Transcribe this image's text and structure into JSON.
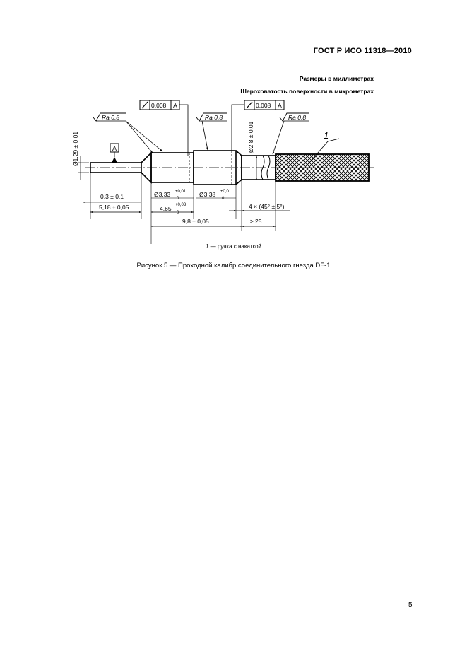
{
  "header": {
    "standard": "ГОСТ Р ИСО 11318—2010"
  },
  "notes": {
    "units": "Размеры в миллиметрах",
    "roughness_units": "Шероховатость поверхности в микрометрах"
  },
  "drawing": {
    "frame1": {
      "tolerance": "0,008",
      "datum": "A"
    },
    "frame2": {
      "tolerance": "0,008",
      "datum": "A"
    },
    "datum_label": "A",
    "roughness": [
      "Ra 0,8",
      "Ra 0,8",
      "Ra 0,8"
    ],
    "leader_label": "1",
    "dims": {
      "dia_left": "Ø1,29 ± 0,01",
      "dia_right": "Ø2,8 ± 0,01",
      "d333_base": "Ø3,33",
      "d333_upper": "+0,01",
      "d333_lower": "0",
      "d338_base": "Ø3,38",
      "d338_upper": "+0,01",
      "d338_lower": "0",
      "len_03": "0,3 ± 0,1",
      "len_518": "5,18 ± 0,05",
      "len_465_base": "4,65",
      "len_465_upper": "+0,03",
      "len_465_lower": "0",
      "chamfer": "4 × (45° ± 5°)",
      "len_98": "9,8 ± 0,05",
      "len_25": "≥ 25"
    }
  },
  "footnote": {
    "num": "1",
    "text": " — ручка с накаткой"
  },
  "caption": "Рисунок 5 — Проходной калибр соединительного гнезда DF-1",
  "page_number": "5"
}
